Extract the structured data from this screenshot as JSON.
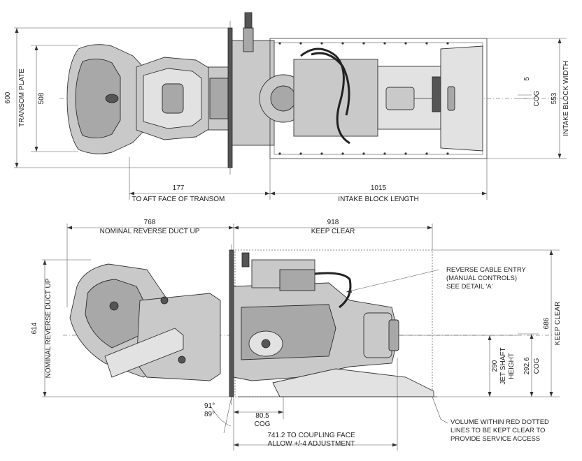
{
  "top_view": {
    "transom_plate": {
      "value": "600",
      "label": "TRANSOM PLATE"
    },
    "inner_width": {
      "value": "508"
    },
    "cog": {
      "value": "5",
      "label": "COG"
    },
    "intake_block_width": {
      "value": "553",
      "label": "INTAKE BLOCK WIDTH"
    },
    "aft_face": {
      "value": "177",
      "label": "TO AFT FACE OF TRANSOM"
    },
    "intake_block_length": {
      "value": "1015",
      "label": "INTAKE BLOCK LENGTH"
    }
  },
  "side_view": {
    "reverse_duct_length": {
      "value": "768",
      "label": "NOMINAL REVERSE DUCT UP"
    },
    "keep_clear_length": {
      "value": "918",
      "label": "KEEP CLEAR"
    },
    "reverse_duct_height": {
      "value": "614",
      "label": "NOMINAL REVERSE DUCT UP"
    },
    "keep_clear_height": {
      "value": "686",
      "label": "KEEP CLEAR"
    },
    "jet_shaft_height": {
      "value": "290",
      "label_line1": "JET SHAFT",
      "label_line2": "HEIGHT"
    },
    "cog_height": {
      "value": "292.6",
      "label": "COG"
    },
    "cog_length": {
      "value": "80.5",
      "label": "COG"
    },
    "angle_max": "91°",
    "angle_min": "89°",
    "coupling": {
      "line1": "741.2 TO COUPLING FACE",
      "line2": "ALLOW +/-4 ADJUSTMENT"
    },
    "reverse_cable_note": [
      "REVERSE CABLE ENTRY",
      "(MANUAL CONTROLS)",
      "SEE DETAIL 'A'"
    ],
    "volume_note": [
      "VOLUME WITHIN RED DOTTED",
      "LINES TO BE KEPT CLEAR TO",
      "PROVIDE SERVICE ACCESS"
    ]
  }
}
